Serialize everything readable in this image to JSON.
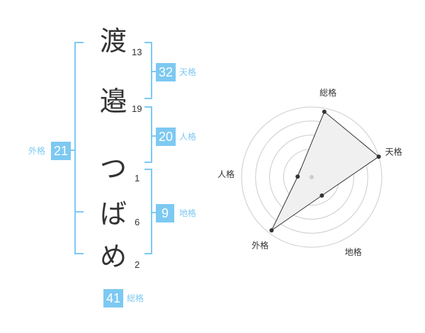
{
  "name": {
    "characters": [
      {
        "char": "渡",
        "strokes": "13"
      },
      {
        "char": "邉",
        "strokes": "19"
      },
      {
        "char": "つ",
        "strokes": "1"
      },
      {
        "char": "ば",
        "strokes": "6"
      },
      {
        "char": "め",
        "strokes": "2"
      }
    ]
  },
  "fortunes": {
    "tenkaku": {
      "label": "天格",
      "value": "32"
    },
    "jinkaku": {
      "label": "人格",
      "value": "20"
    },
    "chikaku": {
      "label": "地格",
      "value": "9"
    },
    "gaikaku": {
      "label": "外格",
      "value": "21"
    },
    "soukaku": {
      "label": "総格",
      "value": "41"
    }
  },
  "colors": {
    "accent": "#7dc9f2",
    "bracket": "#7dc9f2",
    "text": "#333333",
    "radar_fill": "#f0f0f0",
    "radar_ring": "#cccccc",
    "radar_point": "#333333"
  },
  "chart_data": {
    "type": "radar",
    "axes": [
      "総格",
      "天格",
      "地格",
      "外格",
      "人格"
    ],
    "values": [
      0.95,
      1.0,
      0.3,
      0.95,
      0.2
    ],
    "rings": 5,
    "center_marker": true
  }
}
